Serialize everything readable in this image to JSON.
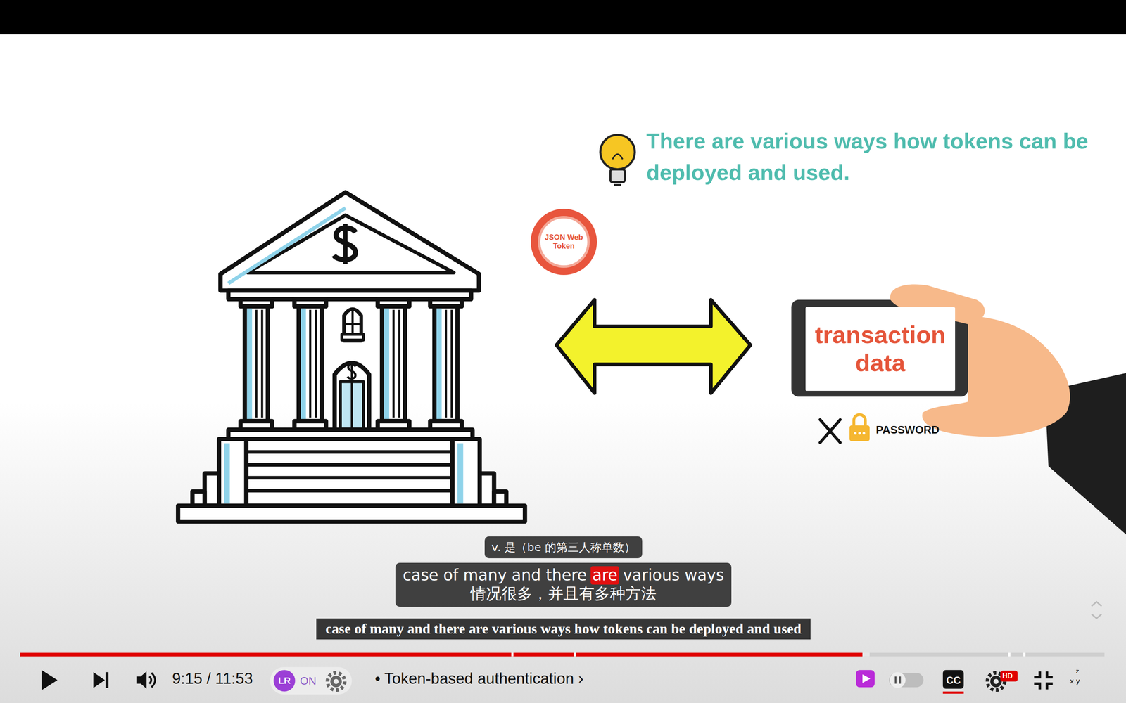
{
  "diagram": {
    "title": "There are various ways how tokens can be deployed and used.",
    "nodes": [
      {
        "text": [
          "JSON Web Token"
        ]
      },
      {
        "text": [
          "transaction data"
        ]
      }
    ],
    "labels": [
      "PASSWORD",
      "v. 是（be 的第三人称单数）",
      "case of many and there",
      "are",
      "various ways",
      "情况很多，并且有多种方法",
      "case of many and there are various ways how tokens can be deployed and used",
      "9:15 / 11:53",
      "LR",
      "ON",
      "• Token-based authentication ›",
      "CC",
      "HD",
      "z",
      "x y"
    ]
  }
}
